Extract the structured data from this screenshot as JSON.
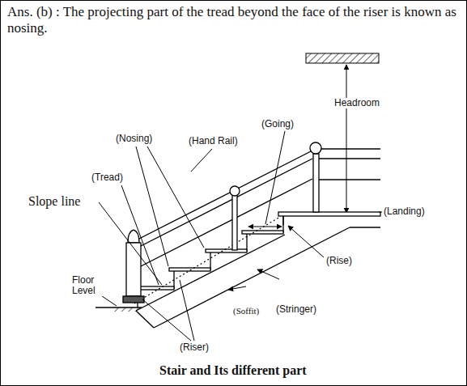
{
  "diagram": {
    "title": "Ans. (b) : The projecting part of the tread beyond the face of the riser is known as nosing.",
    "caption": "Stair and Its different part",
    "labels": [
      "Headroom",
      "(Going)",
      "(Nosing)",
      "(Hand Rail)",
      "(Tread)",
      "Slope line",
      "(Landing)",
      "(Rise)",
      "Floor Level",
      "(Soffit)",
      "(Stringer)",
      "(Riser)"
    ]
  }
}
